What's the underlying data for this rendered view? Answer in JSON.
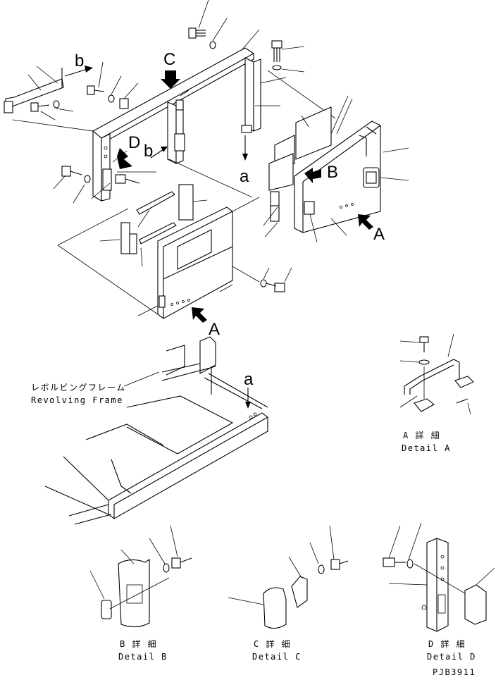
{
  "labels": {
    "view_a_main": "A",
    "view_a_right": "A",
    "view_b": "B",
    "view_c": "C",
    "view_d": "D",
    "ref_b_top": "b",
    "ref_b_mid": "b",
    "ref_a_top": "a",
    "ref_a_frame": "a"
  },
  "callouts": {
    "revolving_frame_jp": "レボルビングフレーム",
    "revolving_frame_en": "Revolving Frame"
  },
  "details": {
    "a_jp": "A 詳 細",
    "a_en": "Detail A",
    "b_jp": "B 詳 細",
    "b_en": "Detail B",
    "c_jp": "C 詳 細",
    "c_en": "Detail C",
    "d_jp": "D 詳 細",
    "d_en": "Detail D"
  },
  "drawing_code": "PJB3911"
}
